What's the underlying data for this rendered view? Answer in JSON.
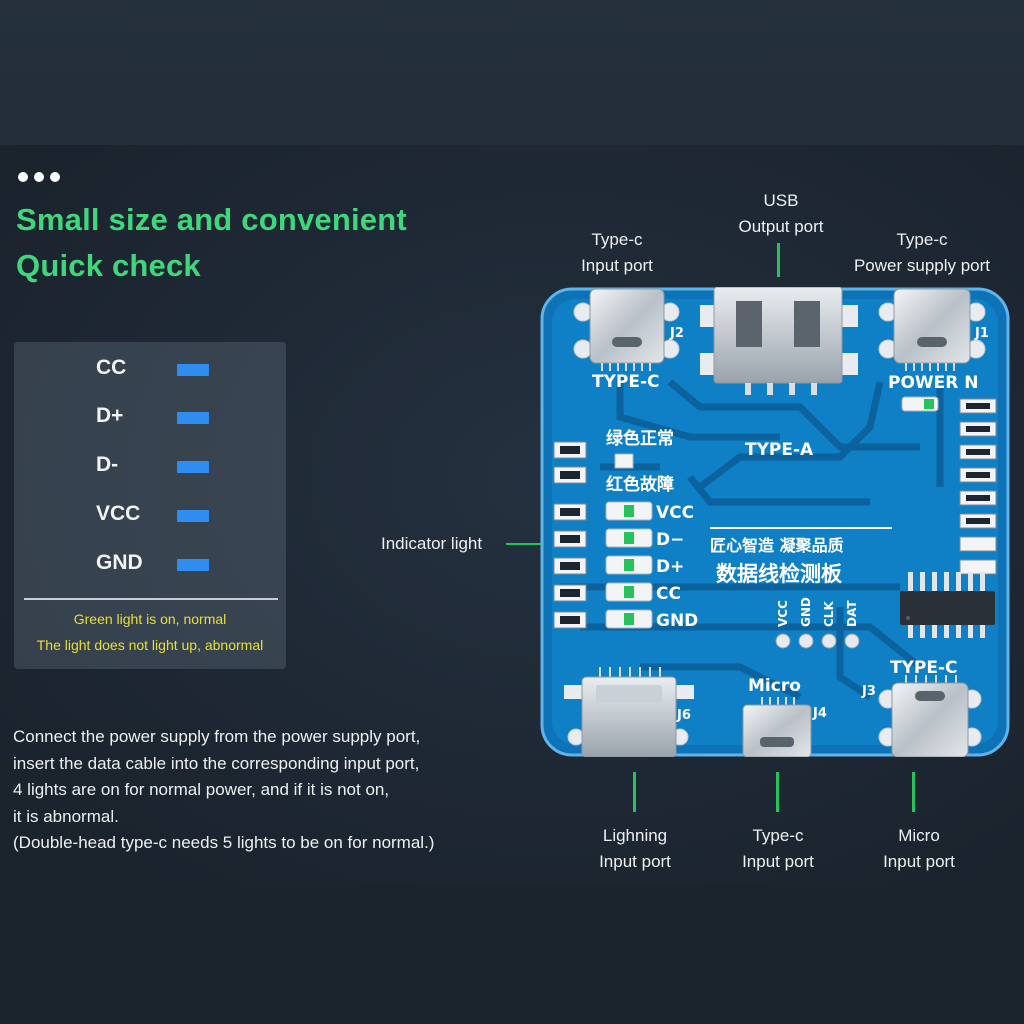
{
  "headline": [
    "Small size and convenient",
    "Quick check"
  ],
  "legend": {
    "items": [
      {
        "label": "CC",
        "color": "#2f8df0"
      },
      {
        "label": "D+",
        "color": "#2f8df0"
      },
      {
        "label": "D-",
        "color": "#2f8df0"
      },
      {
        "label": "VCC",
        "color": "#2f8df0"
      },
      {
        "label": "GND",
        "color": "#2f8df0"
      }
    ],
    "note_normal": "Green light is on, normal",
    "note_abnormal": "The light does not light up, abnormal"
  },
  "description": [
    "Connect the power supply from the power supply port,",
    "insert the data cable into the corresponding input port,",
    " 4 lights are on for normal power, and if it is not on,",
    "it is abnormal.",
    "(Double-head type-c needs 5 lights to be on for normal.)"
  ],
  "callouts": {
    "usb_output": [
      "USB",
      "Output port"
    ],
    "typec_input": [
      "Type-c",
      "Input port"
    ],
    "typec_power": [
      "Type-c",
      "Power supply port"
    ],
    "indicator": "Indicator light",
    "lightning_input": [
      "Lighning",
      "Input port"
    ],
    "typec_input_bottom": [
      "Type-c",
      "Input port"
    ],
    "micro_input": [
      "Micro",
      "Input port"
    ]
  },
  "board": {
    "silk": {
      "typec_top_left": "TYPE-C",
      "j2": "J2",
      "power_n": "POWER N",
      "j1": "J1",
      "type_a": "TYPE-A",
      "green_normal": "绿色正常",
      "red_fault": "红色故障",
      "vcc": "VCC",
      "dminus": "D−",
      "dplus": "D+",
      "cc": "CC",
      "gnd": "GND",
      "slogan": "匠心智造 凝聚品质",
      "product": "数据线检测板",
      "pads": [
        "VCC",
        "GND",
        "CLK",
        "DAT"
      ],
      "typec_bottom": "TYPE-C",
      "j3": "J3",
      "micro": "Micro",
      "j4": "J4",
      "j6": "J6"
    },
    "colors": {
      "pcb": "#0f7fc6",
      "accent_green": "#27c25e"
    }
  }
}
